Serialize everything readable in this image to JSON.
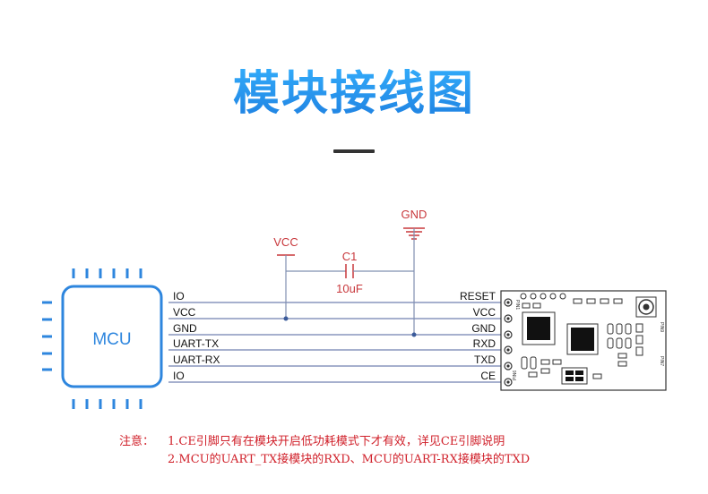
{
  "title": "模块接线图",
  "mcu_label": "MCU",
  "mcu_pins": [
    "IO",
    "VCC",
    "GND",
    "UART-TX",
    "UART-RX",
    "IO"
  ],
  "module_pins": [
    "RESET",
    "VCC",
    "GND",
    "RXD",
    "TXD",
    "CE"
  ],
  "vcc_label": "VCC",
  "gnd_label": "GND",
  "capacitor_name": "C1",
  "capacitor_value": "10uF",
  "module_silkscreen": [
    "PIN1",
    "PIN6",
    "PIN9",
    "PIN7"
  ],
  "notes": {
    "prefix": "注意：",
    "line1": "1.CE引脚只有在模块开启低功耗模式下才有效，详见CE引脚说明",
    "line2": "2.MCU的UART_TX接模块的RXD、MCU的UART-RX接模块的TXD"
  },
  "colors": {
    "title": "#1e7fe0",
    "mcu": "#2e86de",
    "wire": "#7080b0",
    "power": "#c8383c",
    "note": "#d0202a",
    "module": "#333333"
  }
}
